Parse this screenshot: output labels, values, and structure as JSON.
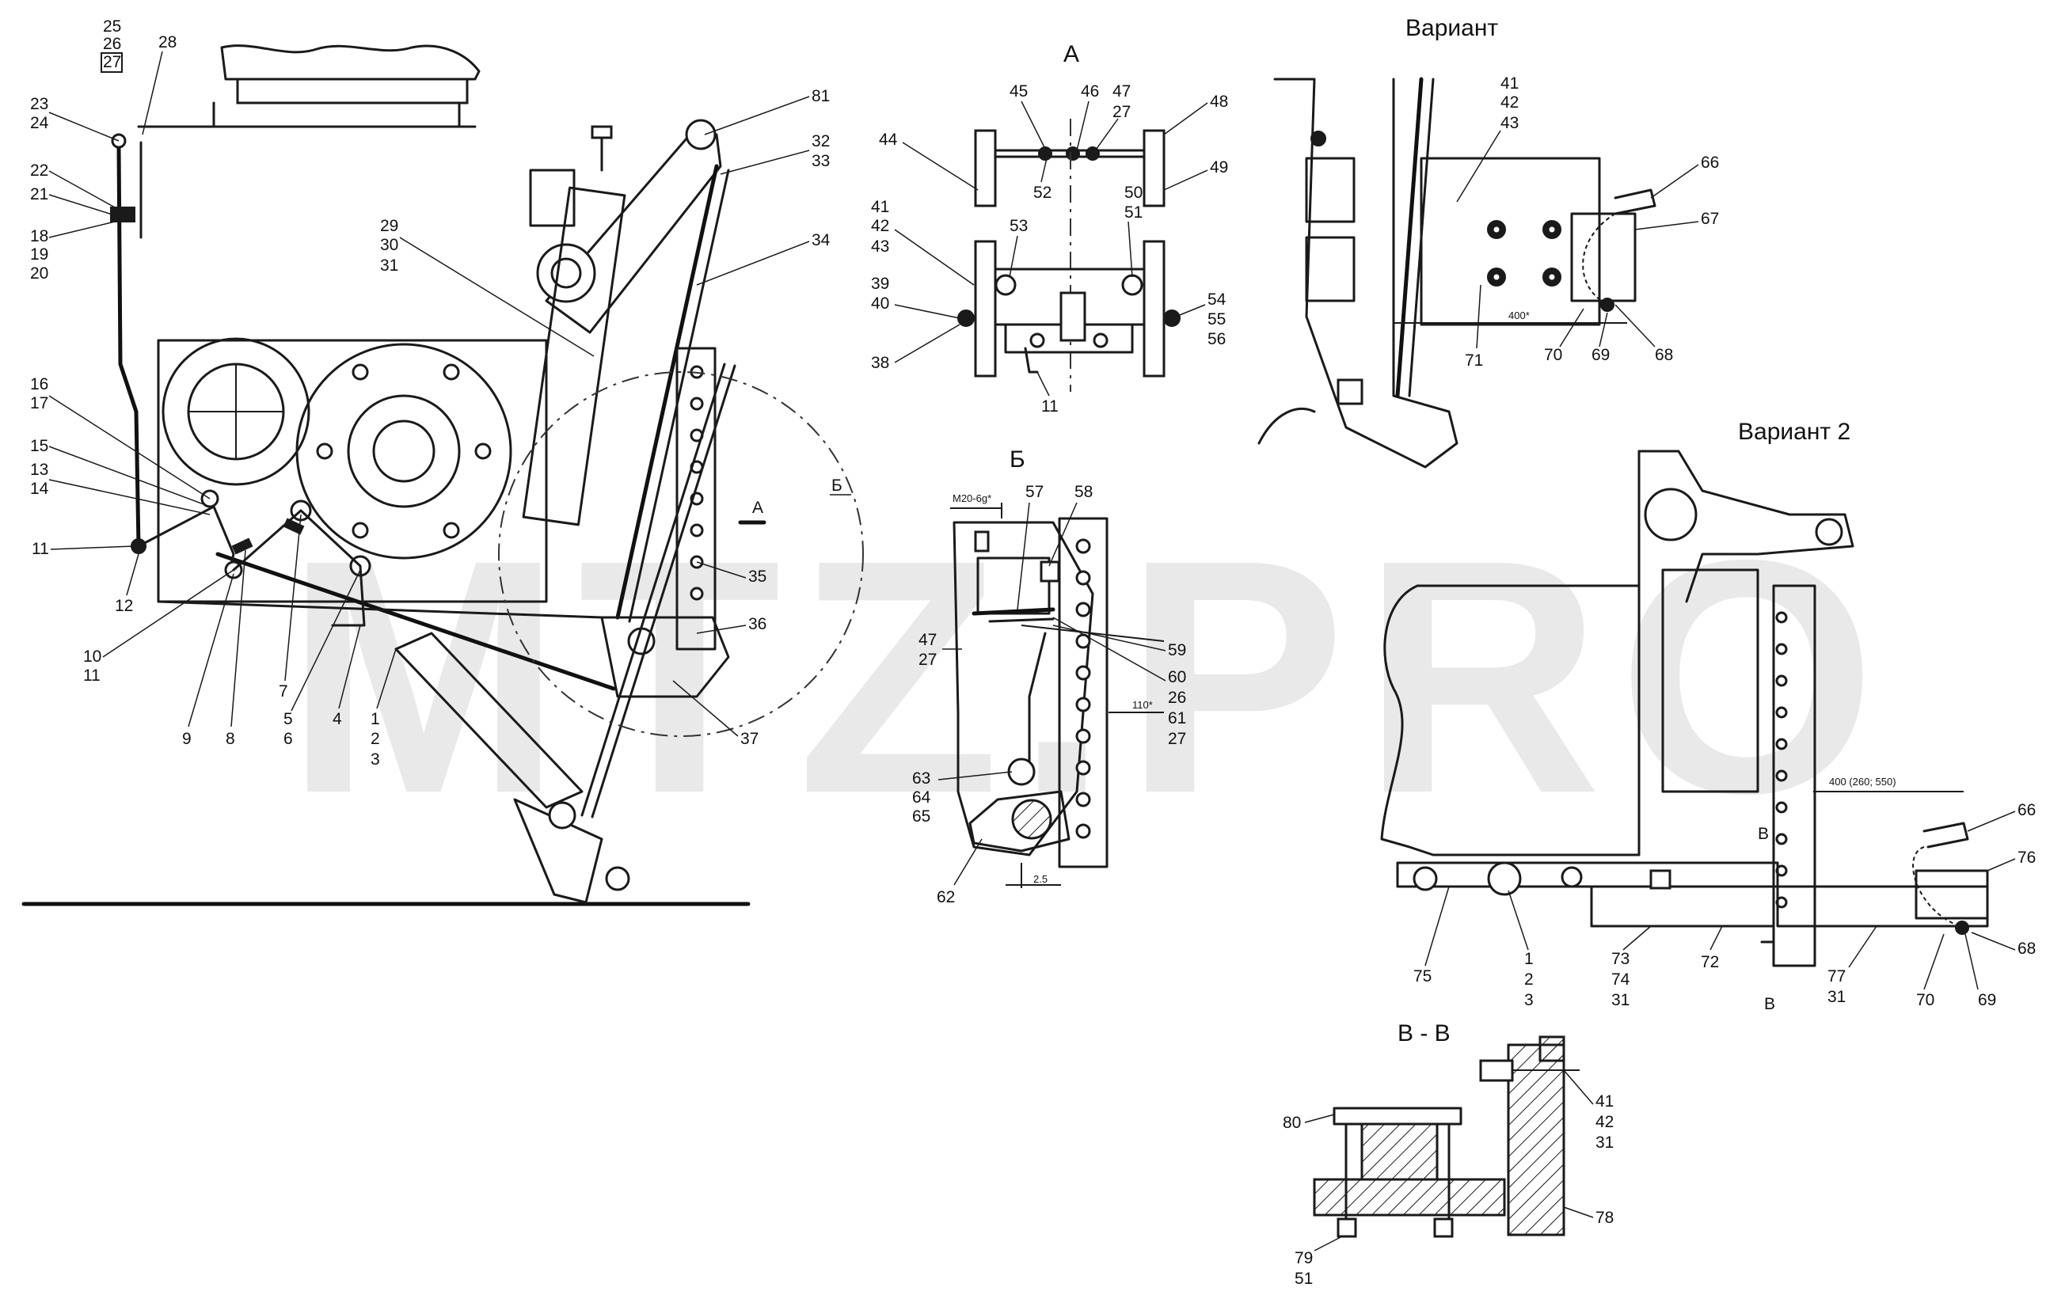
{
  "watermark": "MTZ.PRO",
  "view_labels": {
    "A": "А",
    "B": "Б",
    "variant": "Вариант",
    "variant2": "Вариант 2",
    "section_vv": "В - В",
    "cut_a": "А",
    "cut_b": "Б",
    "cut_v1": "В",
    "cut_v2": "В"
  },
  "dimensions": {
    "thread": "M20-6g*",
    "dim_25": "2.5",
    "dim_110": "110*",
    "dim_400": "400*",
    "dim_400v2": "400 (260; 550)"
  },
  "callouts": {
    "c1": "1",
    "c2": "2",
    "c3": "3",
    "c4": "4",
    "c5": "5",
    "c6": "6",
    "c7": "7",
    "c8": "8",
    "c9": "9",
    "c10": "10",
    "c11": "11",
    "c11b": "11",
    "c12": "12",
    "c13": "13",
    "c14": "14",
    "c15": "15",
    "c16": "16",
    "c17": "17",
    "c18": "18",
    "c19": "19",
    "c20": "20",
    "c21": "21",
    "c22": "22",
    "c23": "23",
    "c24": "24",
    "c25": "25",
    "c26": "26",
    "c27": "27",
    "c28": "28",
    "c29": "29",
    "c30": "30",
    "c31": "31",
    "c32": "32",
    "c33": "33",
    "c34": "34",
    "c35": "35",
    "c36": "36",
    "c37": "37",
    "c81": "81",
    "a38": "38",
    "a39": "39",
    "a40": "40",
    "a41": "41",
    "a42": "42",
    "a43": "43",
    "a44": "44",
    "a45": "45",
    "a46": "46",
    "a47": "47",
    "a27": "27",
    "a48": "48",
    "a49": "49",
    "a50": "50",
    "a51": "51",
    "a52": "52",
    "a53": "53",
    "a54": "54",
    "a55": "55",
    "a56": "56",
    "a11": "11",
    "b47": "47",
    "b27": "27",
    "b57": "57",
    "b58": "58",
    "b59": "59",
    "b60": "60",
    "b26": "26",
    "b61": "61",
    "b27b": "27",
    "b62": "62",
    "b63": "63",
    "b64": "64",
    "b65": "65",
    "v41": "41",
    "v42": "42",
    "v43": "43",
    "v66": "66",
    "v67": "67",
    "v68": "68",
    "v69": "69",
    "v70": "70",
    "v71": "71",
    "w66": "66",
    "w76": "76",
    "w68": "68",
    "w69": "69",
    "w70": "70",
    "w77": "77",
    "w31": "31",
    "w72": "72",
    "w73": "73",
    "w74": "74",
    "w31b": "31",
    "w1": "1",
    "w2": "2",
    "w3": "3",
    "w75": "75",
    "s80": "80",
    "s41": "41",
    "s42": "42",
    "s31": "31",
    "s78": "78",
    "s79": "79",
    "s51": "51"
  }
}
